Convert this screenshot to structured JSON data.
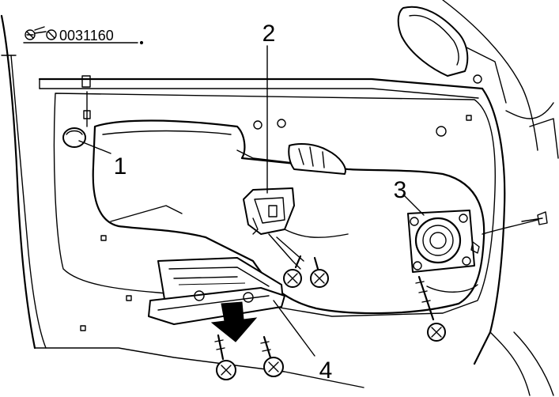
{
  "figure": {
    "reference_code": "0031160",
    "callouts": [
      {
        "id": "callout-1",
        "text": "1"
      },
      {
        "id": "callout-2",
        "text": "2"
      },
      {
        "id": "callout-3",
        "text": "3"
      },
      {
        "id": "callout-4",
        "text": "4"
      }
    ]
  }
}
